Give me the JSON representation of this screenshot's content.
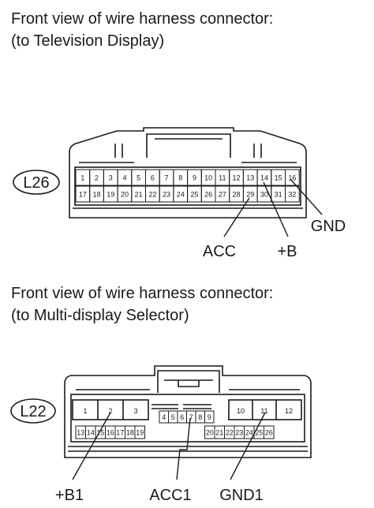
{
  "connector_top": {
    "caption_line1": "Front view of wire harness connector:",
    "caption_line2": "(to Television Display)",
    "label": "L26",
    "row1": [
      "1",
      "2",
      "3",
      "4",
      "5",
      "6",
      "7",
      "8",
      "9",
      "10",
      "11",
      "12",
      "13",
      "14",
      "15",
      "16"
    ],
    "row2": [
      "17",
      "18",
      "19",
      "20",
      "21",
      "22",
      "23",
      "24",
      "25",
      "26",
      "27",
      "28",
      "29",
      "30",
      "31",
      "32"
    ],
    "signals": {
      "acc": "ACC",
      "b_plus": "+B",
      "gnd": "GND"
    }
  },
  "connector_bottom": {
    "caption_line1": "Front view of wire harness connector:",
    "caption_line2": "(to Multi-display Selector)",
    "label": "L22",
    "row1_left": [
      "1",
      "2",
      "3"
    ],
    "row1_mid": [
      "4",
      "5",
      "6",
      "7",
      "8",
      "9"
    ],
    "row1_right": [
      "10",
      "11",
      "12"
    ],
    "row2": [
      "13",
      "14",
      "15",
      "16",
      "17",
      "18",
      "19",
      "20",
      "21",
      "22",
      "23",
      "24",
      "25",
      "26"
    ],
    "signals": {
      "b1_plus": "+B1",
      "acc1": "ACC1",
      "gnd1": "GND1"
    }
  }
}
